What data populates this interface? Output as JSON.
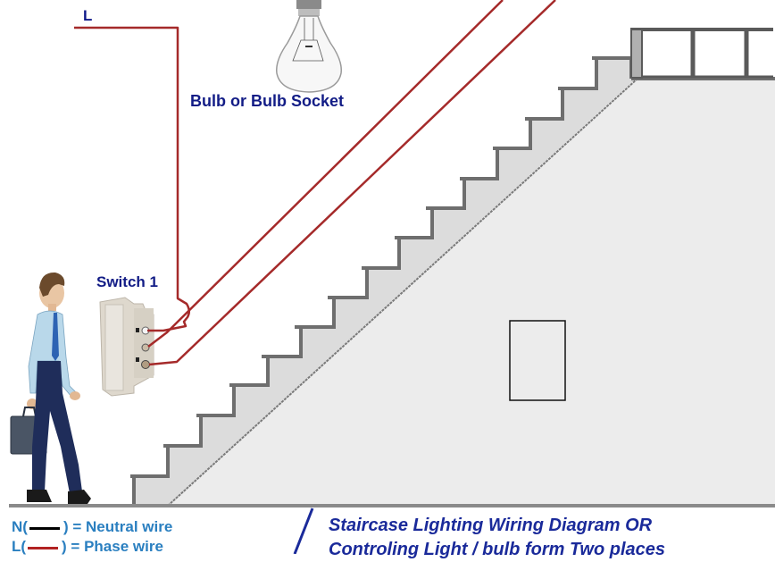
{
  "diagram": {
    "title_line1": "Staircase Lighting Wiring Diagram OR",
    "title_line2": "Controling Light / bulb form Two places",
    "labels": {
      "phase_input": "L",
      "bulb": "Bulb or Bulb Socket",
      "switch1": "Switch 1"
    },
    "legend": [
      {
        "prefix": "N(",
        "suffix": ") = Neutral wire",
        "color": "#000000"
      },
      {
        "prefix": "L(",
        "suffix": ") = Phase wire",
        "color": "#b22222"
      }
    ],
    "colors": {
      "phase_wire": "#a52a2a",
      "neutral_wire": "#000000",
      "label_text": "#121c86",
      "legend_text": "#2a7fc0",
      "stair_edge": "#6e6e6e",
      "wall_fill": "#ececec",
      "stair_fill": "#dcdcdc"
    },
    "components": [
      "person-walking-icon",
      "light-bulb-icon",
      "two-way-switch-icon",
      "staircase",
      "railing",
      "wall-switch-box"
    ]
  }
}
